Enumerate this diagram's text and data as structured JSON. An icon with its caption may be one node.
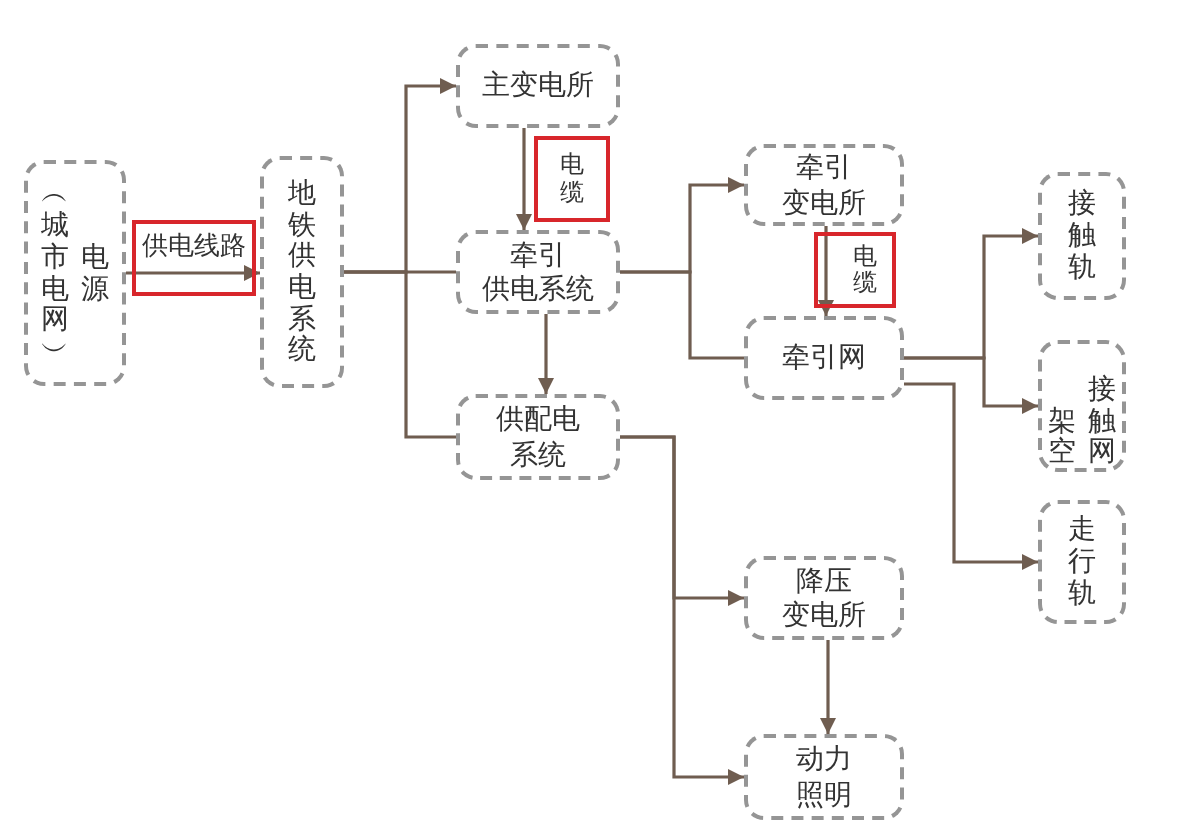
{
  "diagram": {
    "nodes": [
      {
        "text": [
          "︵城市电网︶",
          "电源"
        ]
      },
      {
        "text": [
          "地铁供电系统"
        ]
      },
      {
        "text": [
          "主变电所"
        ]
      },
      {
        "text": [
          "牵引供电系统"
        ]
      },
      {
        "text": [
          "供配电系统"
        ]
      },
      {
        "text": [
          "牵引变电所"
        ]
      },
      {
        "text": [
          "牵引网"
        ]
      },
      {
        "text": [
          "接触轨"
        ]
      },
      {
        "text": [
          "架空",
          "接触网"
        ]
      },
      {
        "text": [
          "走行轨"
        ]
      },
      {
        "text": [
          "降压变电所"
        ]
      },
      {
        "text": [
          "动力照明"
        ]
      }
    ],
    "edges": [
      {
        "from": 0,
        "to": 1,
        "arrow": "to",
        "label": "供电线路"
      },
      {
        "from": 1,
        "to": 2,
        "arrow": "to"
      },
      {
        "from": 1,
        "to": 3,
        "arrow": "none"
      },
      {
        "from": 1,
        "to": 4,
        "arrow": "none"
      },
      {
        "from": 2,
        "to": 3,
        "arrow": "to",
        "label": "电缆"
      },
      {
        "from": 3,
        "to": 4,
        "arrow": "to"
      },
      {
        "from": 3,
        "to": 5,
        "arrow": "to"
      },
      {
        "from": 3,
        "to": 6,
        "arrow": "none"
      },
      {
        "from": 5,
        "to": 6,
        "arrow": "to",
        "label": "电缆"
      },
      {
        "from": 6,
        "to": 7,
        "arrow": "to"
      },
      {
        "from": 6,
        "to": 8,
        "arrow": "to"
      },
      {
        "from": 6,
        "to": 9,
        "arrow": "to"
      },
      {
        "from": 4,
        "to": 10,
        "arrow": "to"
      },
      {
        "from": 4,
        "to": 11,
        "arrow": "to"
      },
      {
        "from": 10,
        "to": 11,
        "arrow": "to"
      }
    ]
  }
}
